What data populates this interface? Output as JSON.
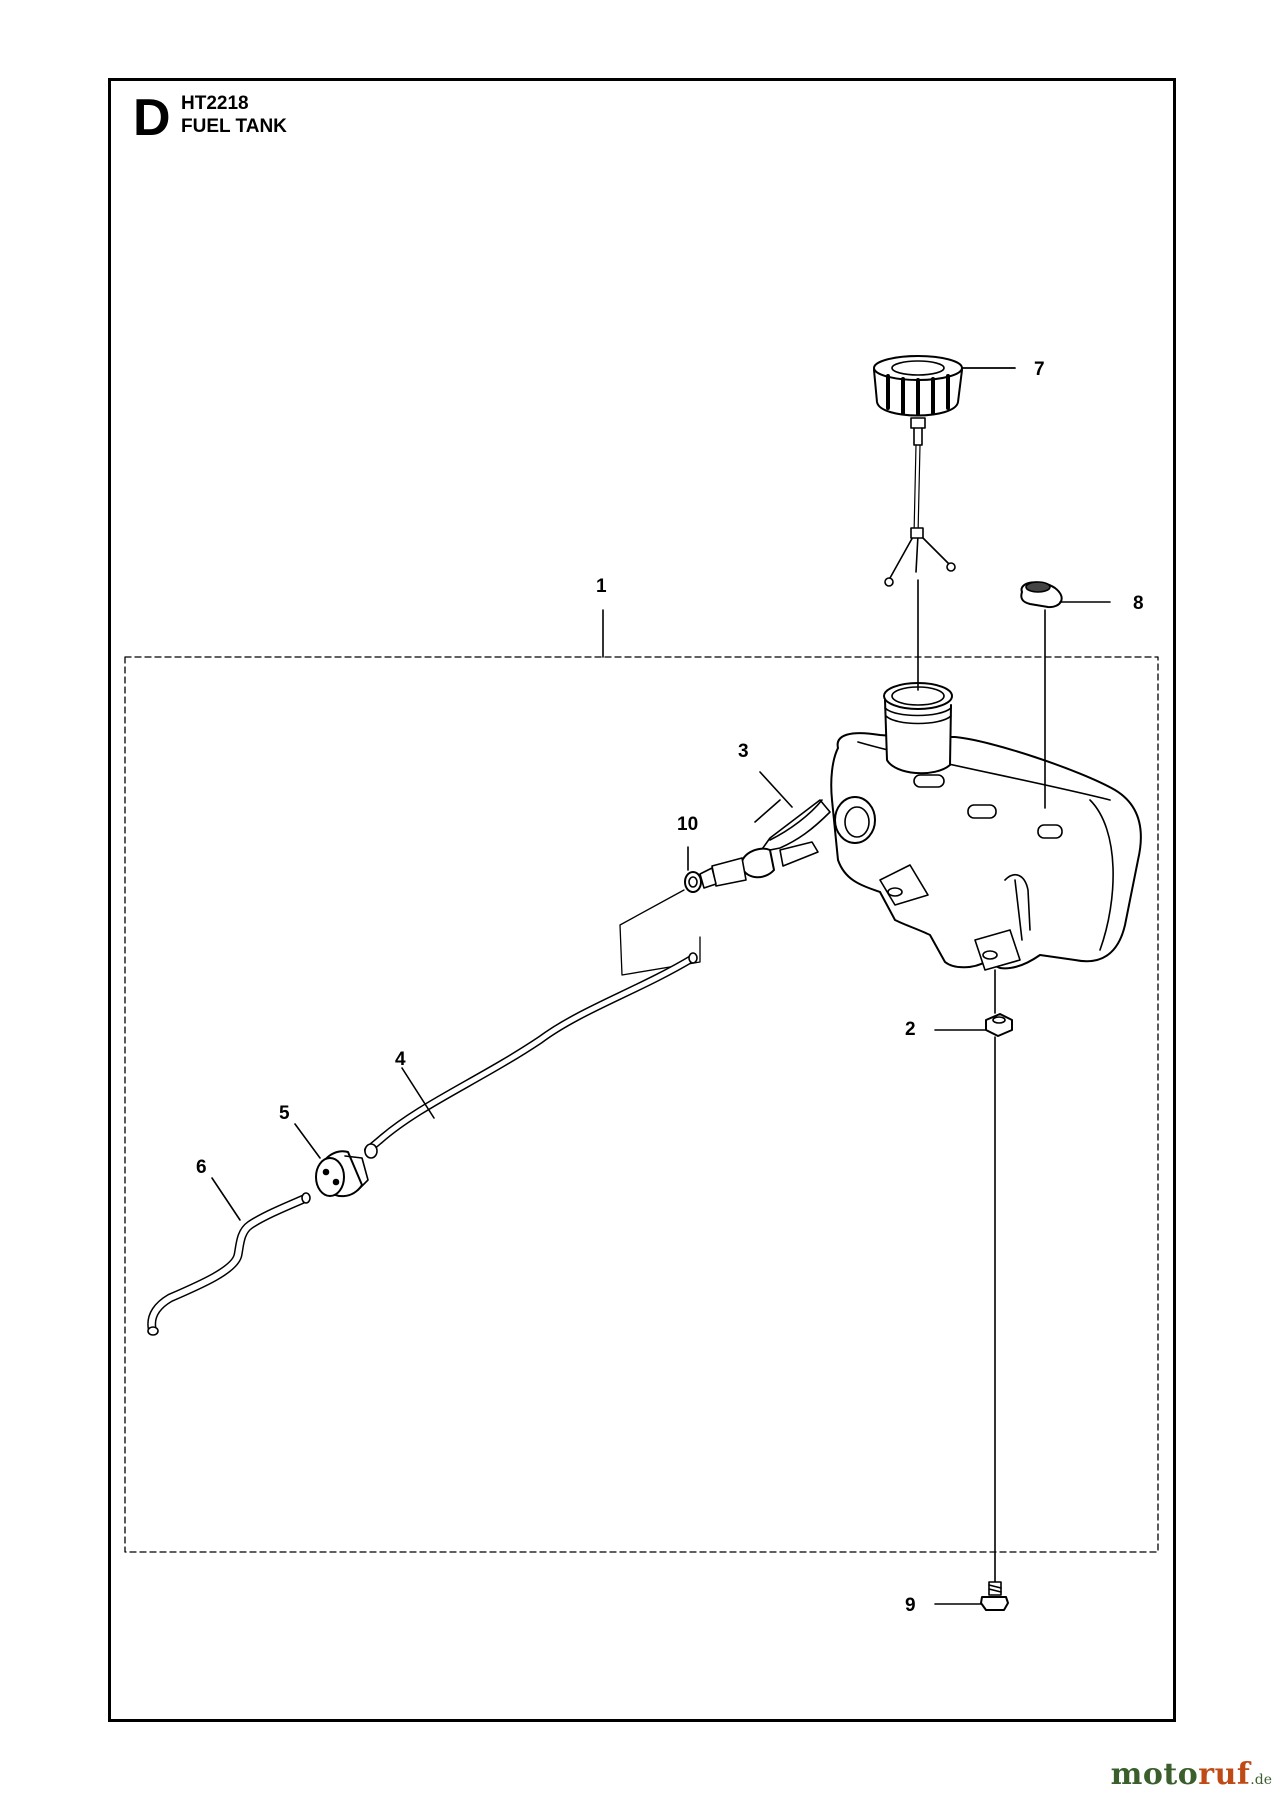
{
  "header": {
    "section_letter": "D",
    "model": "HT2218",
    "title": "FUEL TANK"
  },
  "callouts": {
    "c1": "1",
    "c2": "2",
    "c3": "3",
    "c4": "4",
    "c5": "5",
    "c6": "6",
    "c7": "7",
    "c8": "8",
    "c9": "9",
    "c10": "10"
  },
  "watermark": {
    "brand_part1": "moto",
    "brand_part2": "ruf",
    "tld": ".de"
  },
  "colors": {
    "line": "#000000",
    "brand_green": "#3b5f2c",
    "brand_orange": "#c04a16"
  }
}
